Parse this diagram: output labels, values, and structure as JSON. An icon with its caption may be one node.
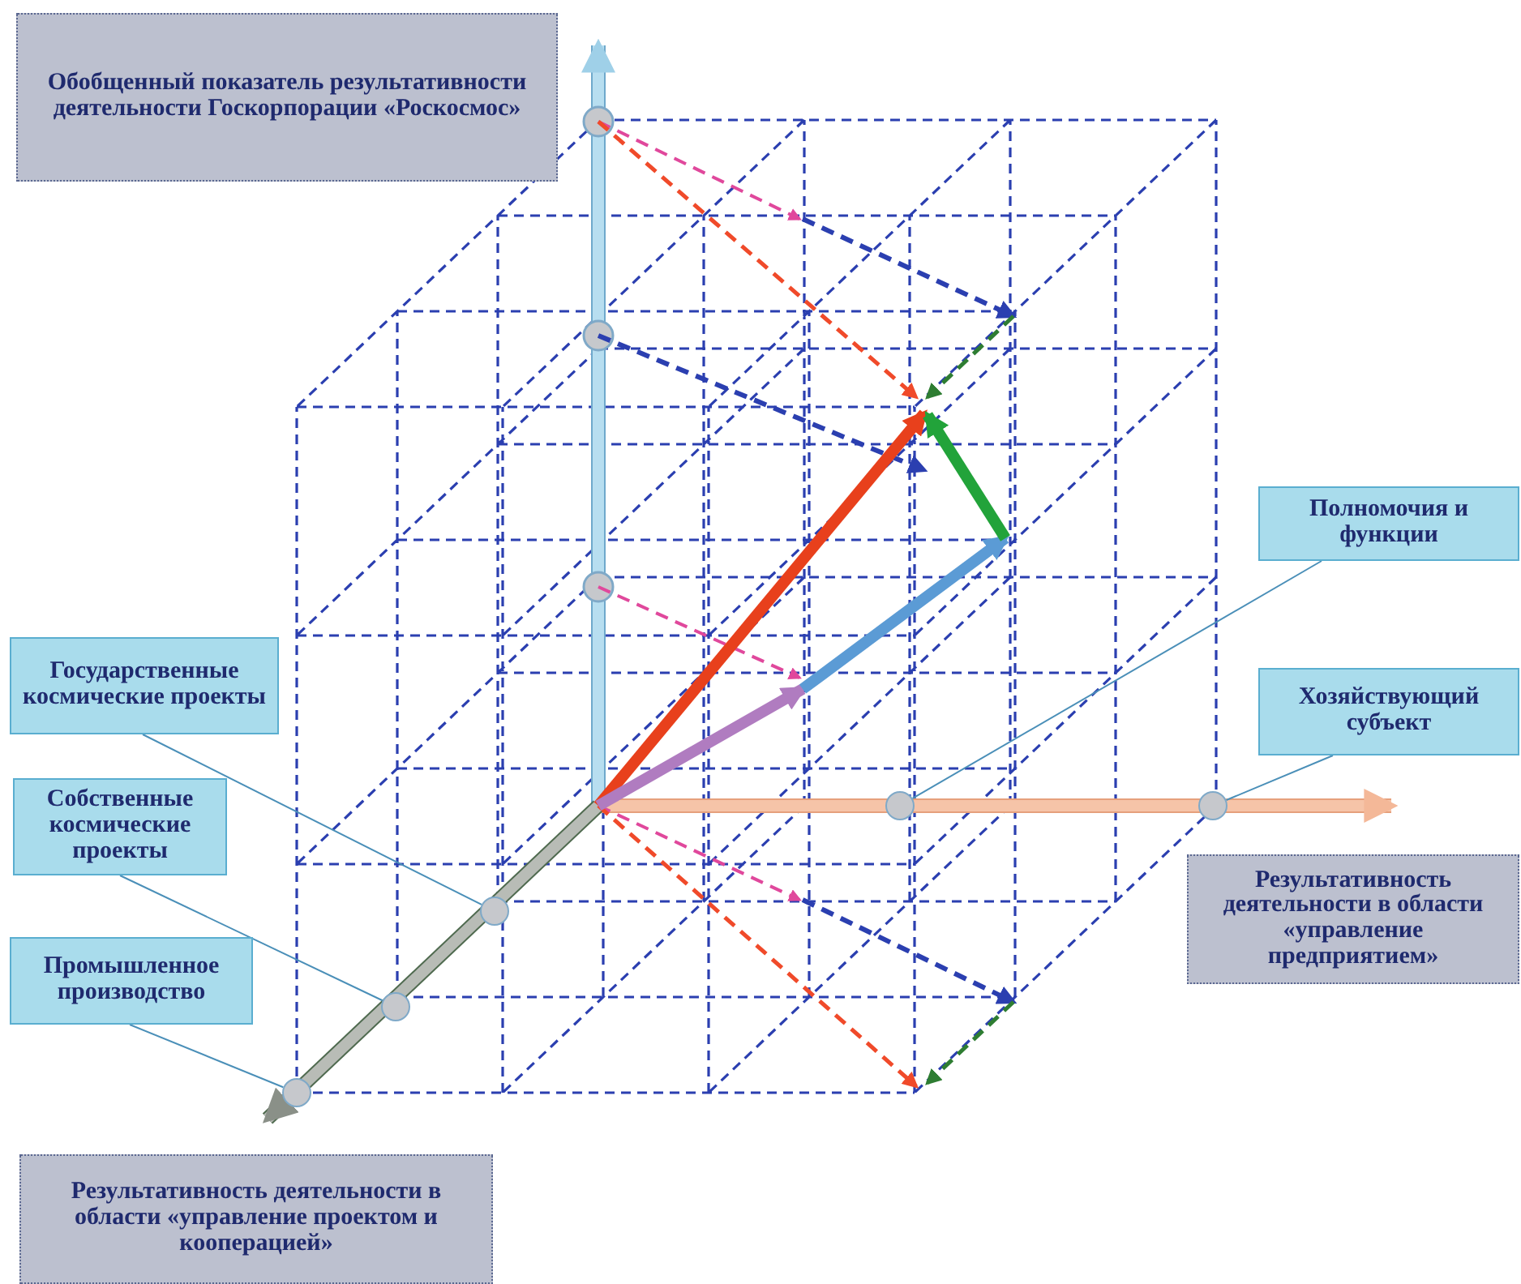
{
  "diagram": {
    "nodes": [
      {
        "text": [
          "Обобщенный показатель результативности деятельности Госкорпорации «Роскосмос»"
        ]
      },
      {
        "text": [
          "Полномочия и функции"
        ]
      },
      {
        "text": [
          "Хозяйствующий субъект"
        ]
      },
      {
        "text": [
          "Государственные космические проекты"
        ]
      },
      {
        "text": [
          "Собственные космические проекты"
        ]
      },
      {
        "text": [
          "Промышленное производство"
        ]
      },
      {
        "text": [
          "Результативность деятельности в области «управление предприятием»"
        ]
      },
      {
        "text": [
          "Результативность деятельности в области «управление проектом и кооперацией»"
        ]
      },
      {
        "text": [],
        "shape": "circle"
      },
      {
        "text": [],
        "shape": "circle"
      },
      {
        "text": [],
        "shape": "circle"
      },
      {
        "text": [],
        "shape": "circle"
      },
      {
        "text": [],
        "shape": "circle"
      }
    ],
    "edges": [
      {
        "from": 1,
        "to": 8,
        "arrow": "none"
      },
      {
        "from": 2,
        "to": 9,
        "arrow": "none"
      },
      {
        "from": 3,
        "to": 10,
        "arrow": "none"
      },
      {
        "from": 4,
        "to": 11,
        "arrow": "none"
      },
      {
        "from": 5,
        "to": 12,
        "arrow": "none"
      }
    ]
  }
}
